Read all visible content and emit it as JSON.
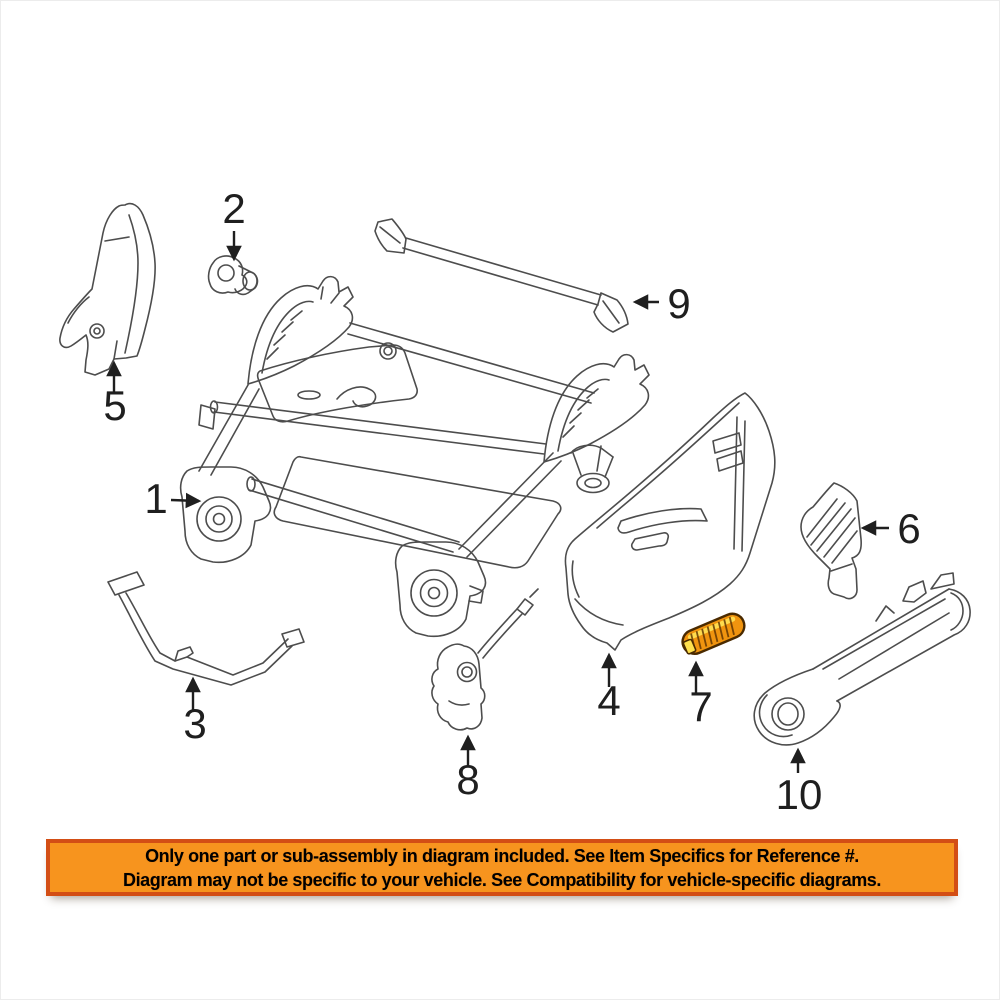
{
  "canvas": {
    "background": "#ffffff",
    "border": "#ececec"
  },
  "diagram": {
    "kind": "exploded-parts-line-drawing",
    "line_color": "#4d4d4d",
    "callout_color": "#1f1f1f",
    "callouts": [
      {
        "number": "1"
      },
      {
        "number": "2"
      },
      {
        "number": "3"
      },
      {
        "number": "4"
      },
      {
        "number": "5"
      },
      {
        "number": "6"
      },
      {
        "number": "7"
      },
      {
        "number": "8"
      },
      {
        "number": "9"
      },
      {
        "number": "10"
      }
    ],
    "highlighted_part": {
      "callout": "7",
      "fill": "#F0940F",
      "hatch": "#FFDB4D",
      "outline": "#4a2a00"
    }
  },
  "banner": {
    "line1": "Only one part or sub-assembly in diagram included. See Item Specifics for Reference #.",
    "line2": "Diagram may not be specific to your vehicle. See Compatibility for vehicle-specific diagrams.",
    "background": "#F7941E",
    "border_color": "#D34E15",
    "text_color": "#000000"
  }
}
